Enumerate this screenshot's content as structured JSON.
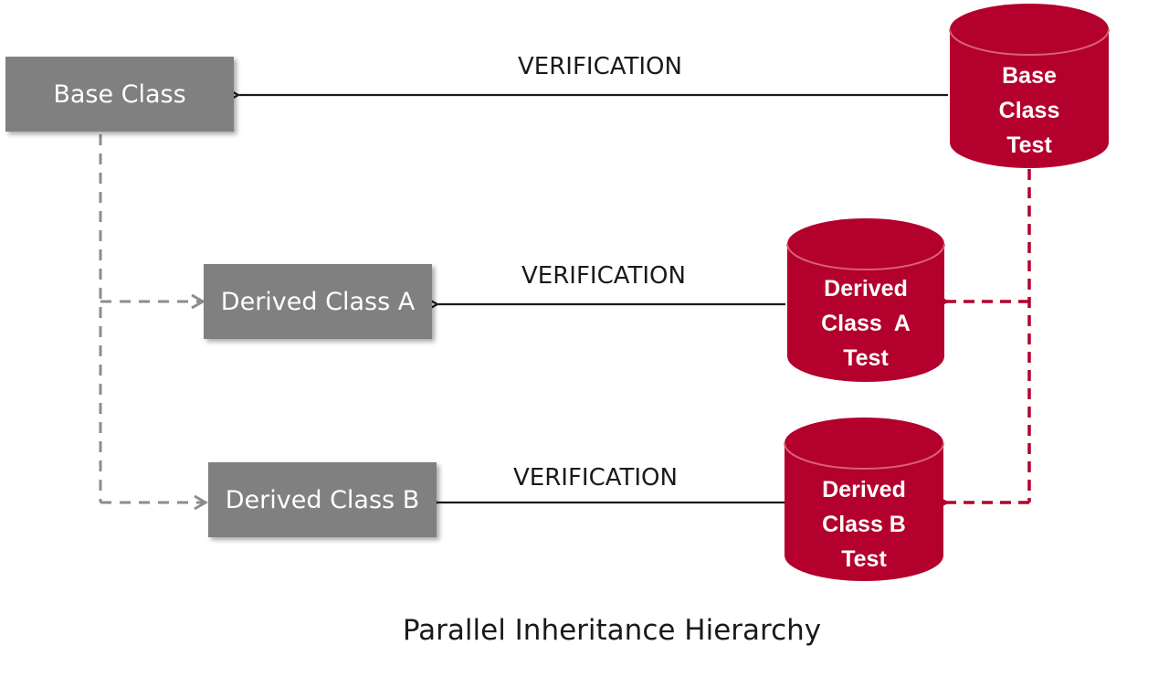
{
  "diagram": {
    "caption": "Parallel Inheritance Hierarchy",
    "class_boxes": {
      "base": "Base Class",
      "derived_a": "Derived Class A",
      "derived_b": "Derived Class B"
    },
    "test_cylinders": {
      "base": [
        "Base",
        "Class",
        "Test"
      ],
      "derived_a": [
        "Derived",
        "Class  A",
        "Test"
      ],
      "derived_b": [
        "Derived",
        "Class B",
        "Test"
      ]
    },
    "edge_labels": {
      "base": "VERIFICATION",
      "derived_a": "VERIFICATION",
      "derived_b": "VERIFICATION"
    },
    "colors": {
      "class_box": "#808080",
      "test_cylinder": "#b3002d",
      "class_inheritance_line": "#8c8c8c",
      "test_inheritance_line": "#b3002d",
      "verification_line": "#1a1a1a"
    }
  }
}
